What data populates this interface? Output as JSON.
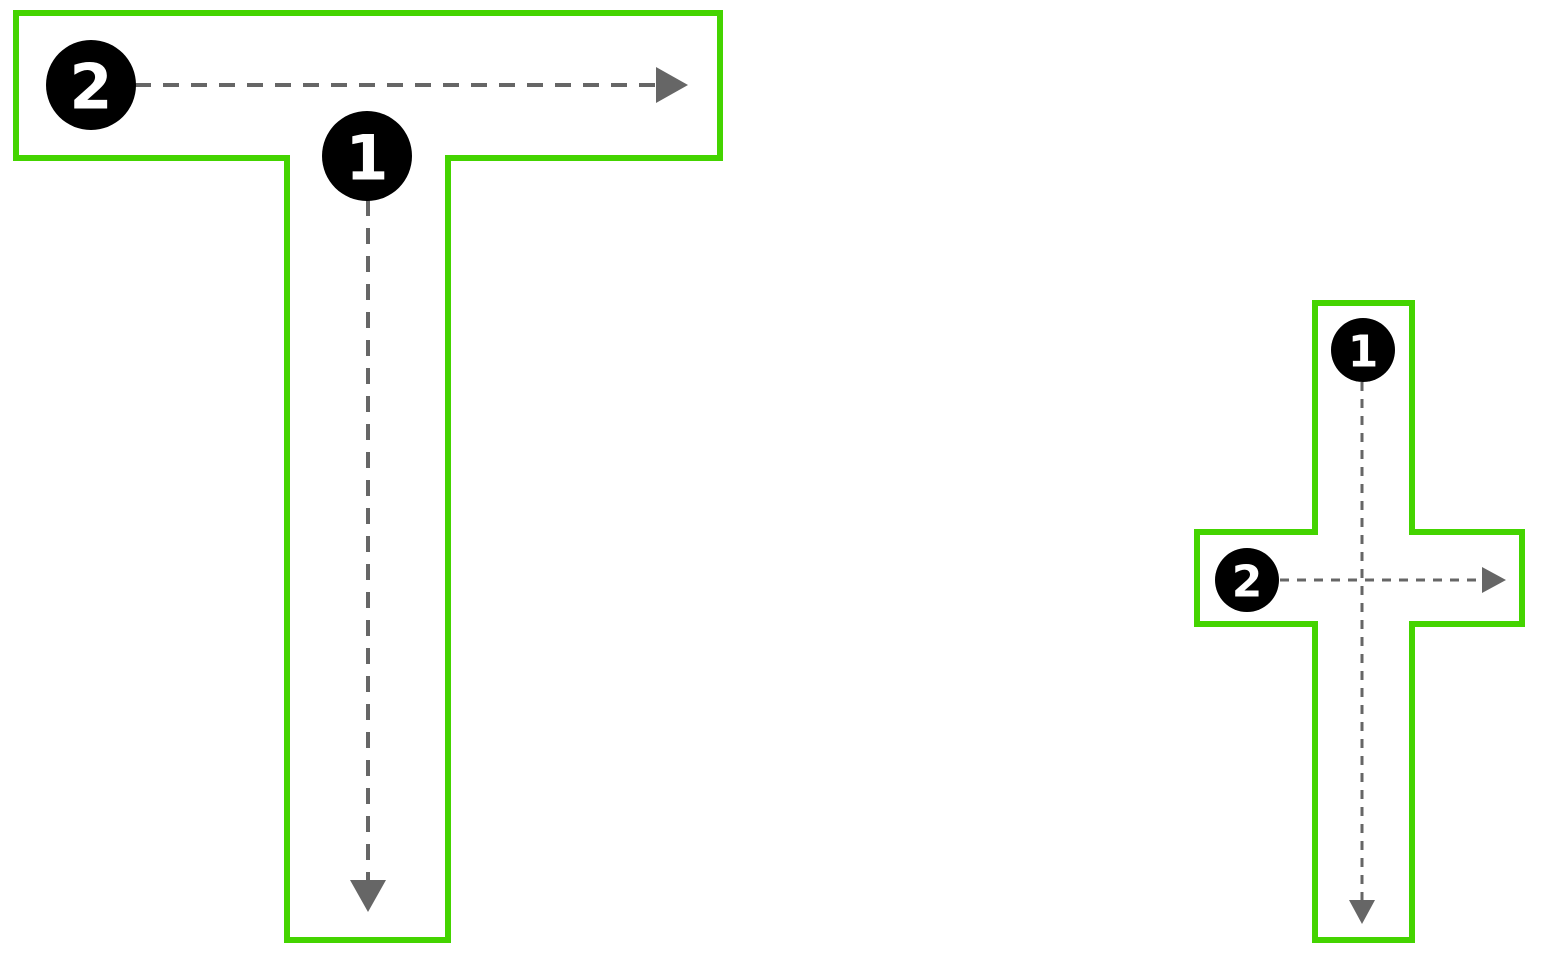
{
  "colors": {
    "outline": "#44d400",
    "arrow": "#666666",
    "badge": "#000000",
    "badge_text": "#ffffff",
    "background": "#ffffff"
  },
  "letter_t": {
    "steps": [
      {
        "number": "1",
        "direction": "down"
      },
      {
        "number": "2",
        "direction": "right"
      }
    ]
  },
  "cross": {
    "steps": [
      {
        "number": "1",
        "direction": "down"
      },
      {
        "number": "2",
        "direction": "right"
      }
    ]
  }
}
